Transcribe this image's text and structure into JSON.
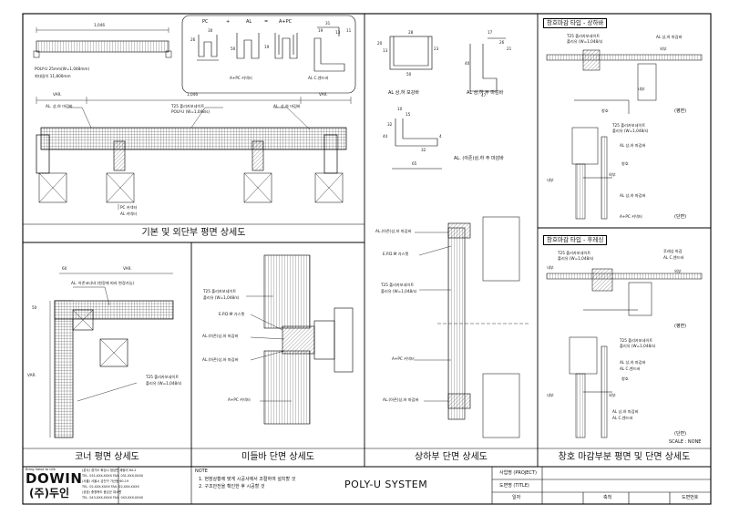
{
  "sheet": {
    "panels": {
      "plan_detail": {
        "caption": "기본 및 외단부 평면 상세도",
        "dims": {
          "top": "1,046",
          "var_left": "VAR.",
          "mid": "1,046",
          "var_right": "VAR."
        },
        "notes": {
          "poly_spec": "POLY-U 25mm(W=1,048mm)",
          "max_length": "최대길이 11,800mm",
          "al_bar_left": "AL. 상,하 마감바",
          "t25_label": "T25 폴리카보네이트",
          "t25_spec": "POLY-U (W=1,048/s)",
          "al_bar_right": "AL. 상,하 마감바",
          "pc_connector": "PC 커넥터",
          "al_connector": "AL 커넥터"
        }
      },
      "connector": {
        "formula": {
          "pc": "PC",
          "plus1": "+",
          "al": "AL",
          "eq": "=",
          "result": "A+PC"
        },
        "label_left": "A+PC 커넥터",
        "label_right": "AL C.엔드바",
        "dims": [
          "30",
          "26",
          "50",
          "19",
          "31",
          "19",
          "13",
          "11"
        ]
      },
      "bars": {
        "label_reinforce": "AL 상,하 보강바",
        "label_lower_finish": "AL 상,하 부 마감바",
        "label_side_finish": "AL. (아존)상,하 주 마감바",
        "dims": [
          "20",
          "13",
          "28",
          "23",
          "50",
          "40",
          "17",
          "26",
          "21",
          "47",
          "44",
          "15",
          "65",
          "32",
          "32",
          "10",
          "4"
        ]
      },
      "corner": {
        "caption": "코너 평면 상세도",
        "dims": {
          "d60": "60",
          "var_top": "VAR.",
          "d50": "50",
          "var_side": "VAR."
        },
        "notes": {
          "al_corner": "AL. 아존코너바 (현장에 따라 변경가능)",
          "t25_label": "T25 폴리카보네이트",
          "t25_spec": "폴리유 (W=1,048/s)"
        }
      },
      "mullion": {
        "caption": "미들바 단면 상세도",
        "notes": {
          "t25_label": "T25 폴리카보네이트",
          "t25_spec": "폴리유 (W=1,048/s)",
          "epdm": "E.P.D.M 가스켓",
          "al_finish": "AL.(아존)상,하 마감바",
          "al_finish2": "AL.(아존)상,하 마감바",
          "apc": "A+PC 커넥터"
        }
      },
      "section": {
        "caption": "상하부 단면 상세도",
        "notes": {
          "al_top": "AL.(아존)상,하 마감바",
          "epdm": "E.P.D.M 가스켓",
          "t25_label": "T25 폴리카보네이트",
          "t25_spec": "폴리유 (W=1,048/s)",
          "apc": "A+PC 커넥터",
          "al_bottom": "AL.(아존)상,하 마감바"
        }
      },
      "window": {
        "caption": "창호 마감부분 평면 및 단면 상세도",
        "type_a": {
          "title": "창호마감 타입 - 상하바",
          "t25_label": "T25 폴리카보네이트",
          "t25_spec": "폴리유 (W=1,048/s)",
          "al_bar": "AL 상,하 마감바",
          "outside": "외부",
          "inside": "내부",
          "window": "창호",
          "view": "(평면)",
          "t25_label2": "T25 폴리카보네이트",
          "t25_spec2": "폴리유 (W=1,048/s)",
          "al_bar2": "AL 상,하 마감바",
          "window2": "창호",
          "outside2": "외부",
          "inside2": "내부",
          "al_bar3": "AL 상,하 마감바",
          "apc": "A+PC 커넥터",
          "view2": "(단면)"
        },
        "type_b": {
          "title": "창호마감 타입 - 후레싱",
          "t25_label": "T25 폴리카보네이트",
          "t25_spec": "폴리유 (W=1,048/s)",
          "flashing": "후레싱 마감",
          "al_end": "AL C.엔드바",
          "inside": "내부",
          "outside": "외부",
          "view": "(평면)",
          "t25_label2": "T25 폴리카보네이트",
          "t25_spec2": "폴리유 (W=1,048/s)",
          "al_bar": "AL 상,하 마감바",
          "al_end2": "AL C.엔드바",
          "window": "창호",
          "inside2": "내부",
          "outside2": "외부",
          "al_bar2": "AL 상,하 마감바",
          "al_end3": "AL C.엔드바",
          "view2": "(단면)"
        },
        "scale": "SCALE : NONE"
      }
    },
    "title_block": {
      "company_small": "Bring Value to Life",
      "logo_en": "DOWIN",
      "logo_kr": "(주)두인",
      "addresses": [
        "(본사) 경기도 화성시 정남면 괘랑리 84-2",
        "TEL. 031-XXX-XXXX   FAX. 031-XXX-XXXX",
        "(서울) 서울시 금천구 가산동 60-19",
        "TEL. 02-XXX-XXXX   FAX. 02-XXX-XXXX",
        "(공장) 충청북도 음성군 대소면",
        "TEL. 043-XXX-XXXX   FAX. 043-XXX-XXXX"
      ],
      "note_heading": "NOTE",
      "notes": [
        "1. 현장상황에 맞게 시공사에서 조절하여 설치할 것",
        "2. 구조안전을 확인한 후 시공할 것"
      ],
      "system_title": "POLY-U SYSTEM",
      "fields": {
        "project_label": "사업명 (PROJECT)",
        "drawing_label": "도면명 (TITLE)",
        "date_label": "일자",
        "scale_label": "축척",
        "number_label": "도면번호"
      }
    }
  }
}
